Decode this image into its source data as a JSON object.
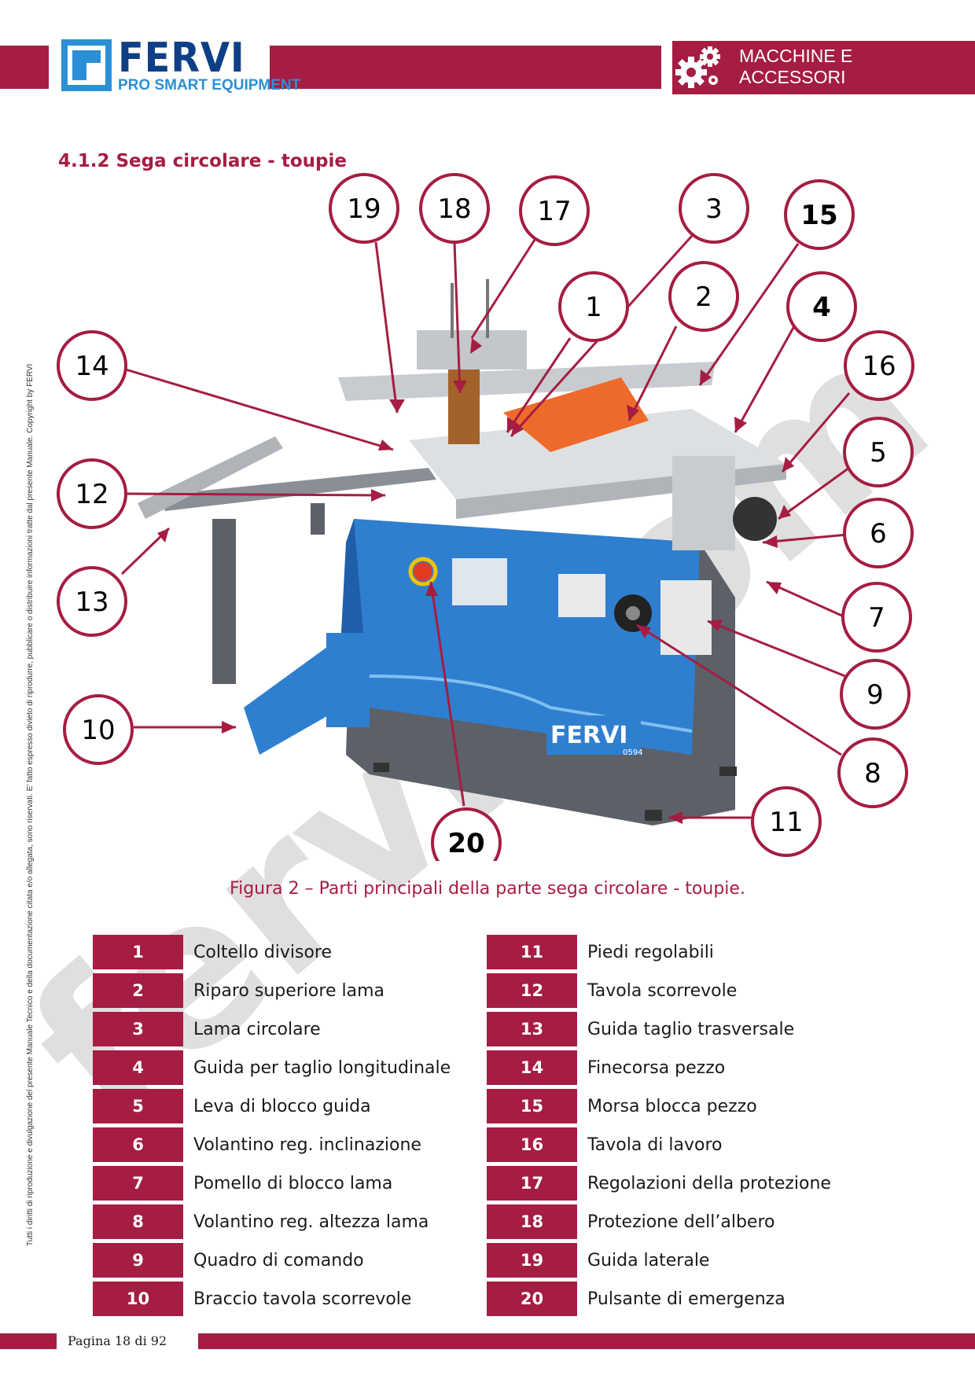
{
  "header": {
    "brand": "FERVI",
    "tagline": "PRO SMART EQUIPMENT",
    "category": [
      "MACCHINE E",
      "ACCESSORI"
    ],
    "accent_color": "#a51d42",
    "brand_color": "#0e3f86",
    "icon": "gears-icon"
  },
  "section_title": "4.1.2 Sega circolare - toupie",
  "side_notice": "Tutti i diritti di riproduzione e divulgazione del presente Manuale Tecnico e della documentazione citata e/o allegata, sono riservati. E' fatto espresso divieto di riprodurre, pubblicare o distribuire informazioni tratte dal presente Manuale. Copyright by FERVI",
  "watermark": "fervi.com",
  "figure": {
    "callouts": [
      "19",
      "18",
      "17",
      "3",
      "15",
      "1",
      "2",
      "4",
      "16",
      "14",
      "5",
      "12",
      "6",
      "13",
      "7",
      "9",
      "10",
      "8",
      "11",
      "20"
    ],
    "plate_brand": "FERVI",
    "plate_model": "0594"
  },
  "caption": "Figura 2 – Parti principali della parte sega circolare - toupie.",
  "legend_left": [
    {
      "num": "1",
      "label": "Coltello divisore"
    },
    {
      "num": "2",
      "label": "Riparo superiore lama"
    },
    {
      "num": "3",
      "label": "Lama circolare"
    },
    {
      "num": "4",
      "label": "Guida per taglio longitudinale"
    },
    {
      "num": "5",
      "label": "Leva di blocco guida"
    },
    {
      "num": "6",
      "label": "Volantino reg. inclinazione"
    },
    {
      "num": "7",
      "label": "Pomello di blocco lama"
    },
    {
      "num": "8",
      "label": "Volantino reg. altezza lama"
    },
    {
      "num": "9",
      "label": "Quadro di comando"
    },
    {
      "num": "10",
      "label": "Braccio tavola scorrevole"
    }
  ],
  "legend_right": [
    {
      "num": "11",
      "label": "Piedi regolabili"
    },
    {
      "num": "12",
      "label": "Tavola scorrevole"
    },
    {
      "num": "13",
      "label": "Guida taglio trasversale"
    },
    {
      "num": "14",
      "label": "Finecorsa pezzo"
    },
    {
      "num": "15",
      "label": "Morsa blocca pezzo"
    },
    {
      "num": "16",
      "label": "Tavola di lavoro"
    },
    {
      "num": "17",
      "label": "Regolazioni della protezione"
    },
    {
      "num": "18",
      "label": "Protezione dell’albero"
    },
    {
      "num": "19",
      "label": "Guida laterale"
    },
    {
      "num": "20",
      "label": "Pulsante di emergenza"
    }
  ],
  "footer": {
    "page_label": "Pagina 18 di 92"
  }
}
